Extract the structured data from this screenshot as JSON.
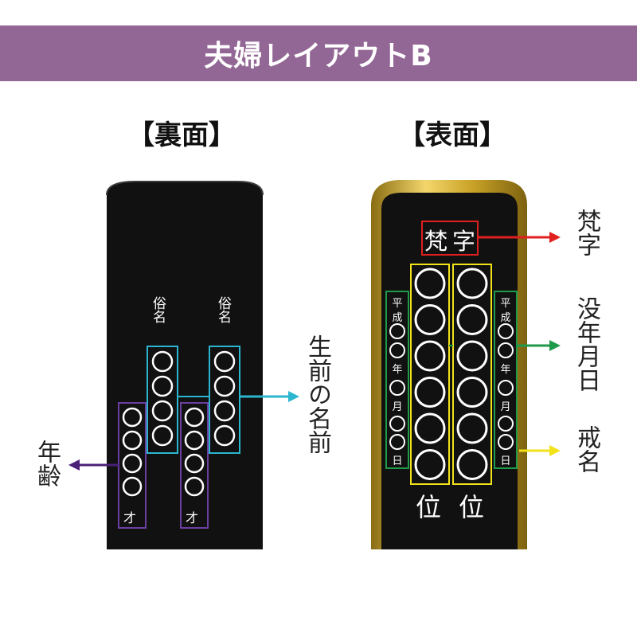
{
  "banner": {
    "title": "夫婦レイアウトB",
    "color": "#936795"
  },
  "back": {
    "heading": "【裏面】",
    "tablet_color": "#111111",
    "columns": [
      {
        "label": "俗名",
        "kind": "name",
        "circles": 4
      },
      {
        "label": "俗名",
        "kind": "name",
        "circles": 4
      },
      {
        "suffix": "才",
        "kind": "age",
        "circles": 4
      },
      {
        "suffix": "才",
        "kind": "age",
        "circles": 4
      }
    ],
    "callouts": [
      {
        "text": "生前の名前",
        "color": "#2bb6cf"
      },
      {
        "text": "年齢",
        "color": "#5a2a8a"
      }
    ]
  },
  "front": {
    "heading": "【表面】",
    "tablet_color": "#111111",
    "frame_color": "#c9a227",
    "bonji": "梵字",
    "posthumous_suffix": "位",
    "date_column": [
      "平",
      "成",
      "年",
      "月",
      "日"
    ],
    "callouts": [
      {
        "text": "梵字",
        "color": "#e0201e"
      },
      {
        "text": "没年月日",
        "color": "#1f9a4a"
      },
      {
        "text": "戒名",
        "color": "#f2e21a"
      }
    ]
  }
}
